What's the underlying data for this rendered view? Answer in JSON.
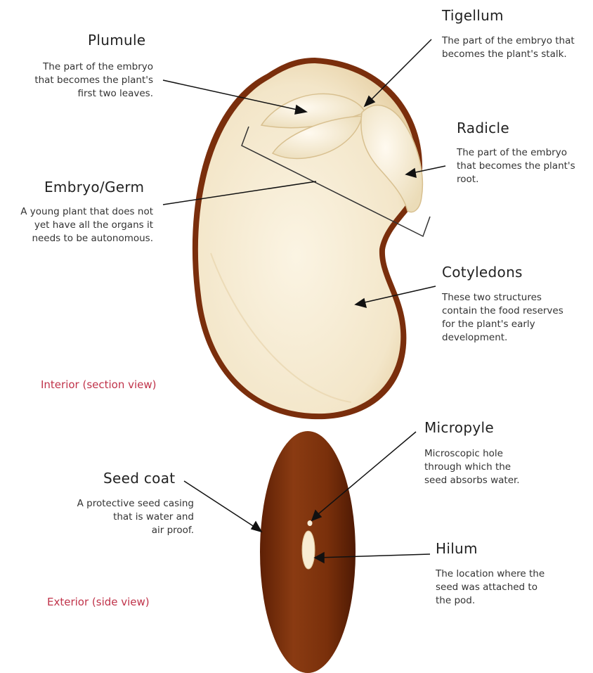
{
  "labels": {
    "plumule": {
      "title": "Plumule",
      "desc": "The part of the embryo\nthat becomes the plant's\nfirst two leaves."
    },
    "tigellum": {
      "title": "Tigellum",
      "desc": "The part of the embryo that\nbecomes the plant's stalk."
    },
    "radicle": {
      "title": "Radicle",
      "desc": "The part of the embryo\nthat becomes the plant's\nroot."
    },
    "embryo": {
      "title": "Embryo/Germ",
      "desc": "A young plant that does not\nyet have all the organs it\nneeds to be autonomous."
    },
    "cotyledons": {
      "title": "Cotyledons",
      "desc": "These two structures\ncontain the food reserves\nfor the plant's early\ndevelopment."
    },
    "micropyle": {
      "title": "Micropyle",
      "desc": "Microscopic hole\nthrough which the\nseed absorbs water."
    },
    "seed_coat": {
      "title": "Seed coat",
      "desc": "A protective seed casing\nthat is water and\nair proof."
    },
    "hilum": {
      "title": "Hilum",
      "desc": "The location where the\nseed was attached to\nthe pod."
    }
  },
  "captions": {
    "interior": "Interior (section view)",
    "exterior": "Exterior (side view)"
  },
  "colors": {
    "seed_coat": "#7a2e0c",
    "seed_interior": "#f6ecd6",
    "embryo_parts": "#f3e8c8",
    "caption_red": "#c0334a",
    "text": "#222222"
  }
}
